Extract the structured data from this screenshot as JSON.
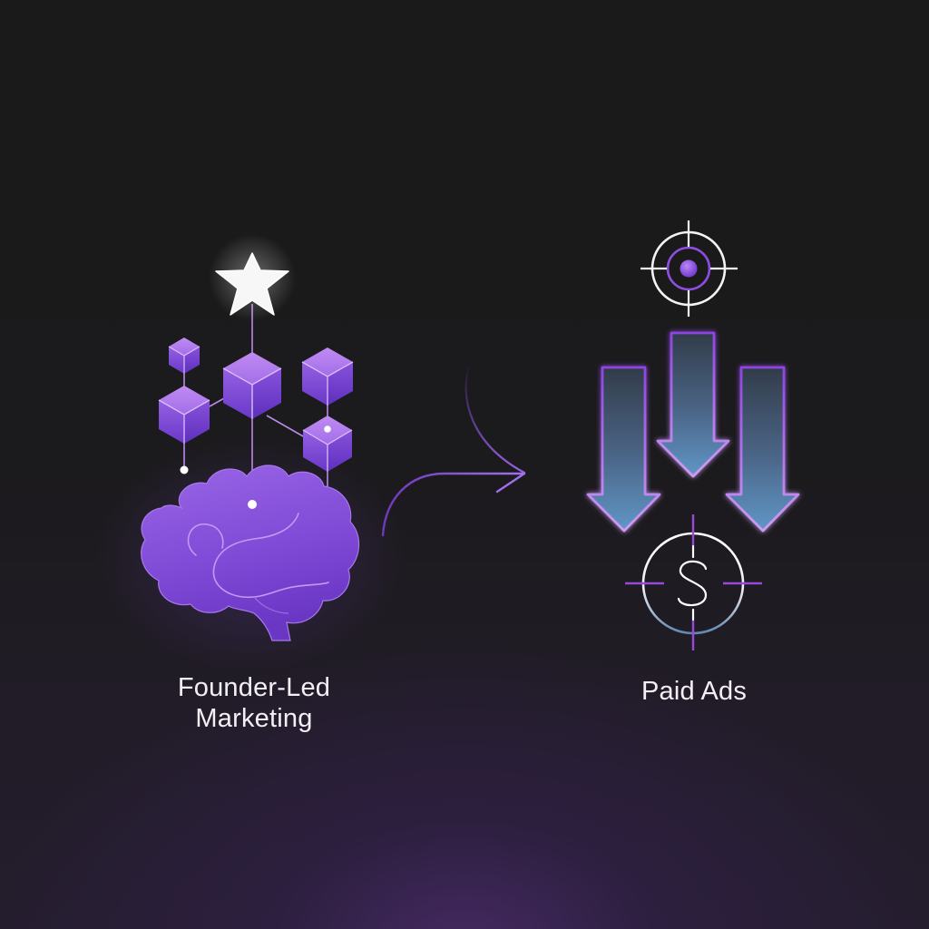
{
  "left_panel": {
    "title_line1": "Founder-Led",
    "title_line2": "Marketing",
    "icons": [
      "star-icon",
      "cube-network-icon",
      "brain-icon"
    ]
  },
  "right_panel": {
    "title": "Paid Ads",
    "icons": [
      "target-icon",
      "down-arrows-icon",
      "dollar-target-icon"
    ]
  },
  "connector": {
    "icon": "curved-arrow-icon"
  },
  "colors": {
    "background_top": "#1a1a1a",
    "background_glow": "#3a2850",
    "accent_purple": "#8a4fe0",
    "brain_fill": "#8451d9",
    "arrow_fill_top": "#33404f",
    "arrow_fill_bottom": "#5f92c2",
    "arrow_stroke": "#b07be8",
    "text": "#f2f0f4"
  }
}
